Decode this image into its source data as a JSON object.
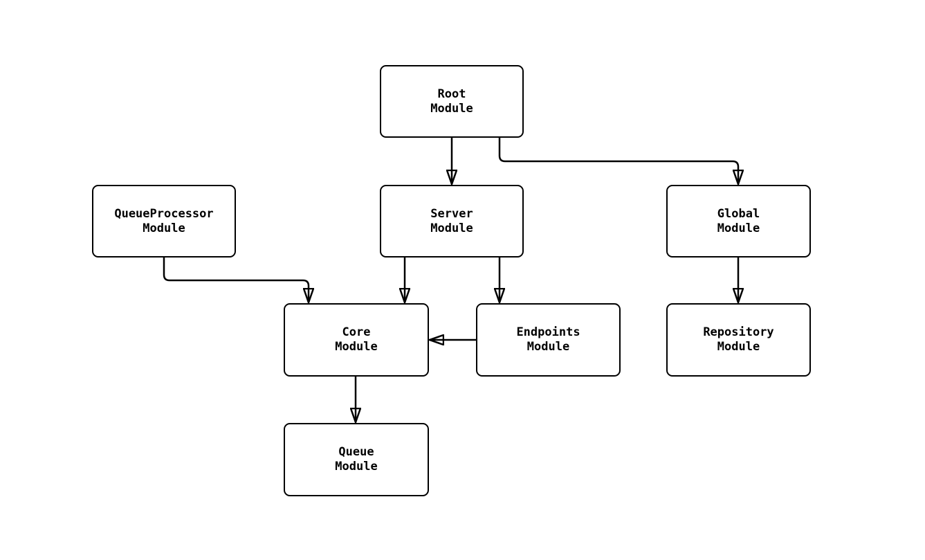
{
  "diagram": {
    "type": "flowchart",
    "nodes": [
      {
        "id": "root",
        "label": "Root\nModule"
      },
      {
        "id": "queueprocessor",
        "label": "QueueProcessor\nModule"
      },
      {
        "id": "server",
        "label": "Server\nModule"
      },
      {
        "id": "global",
        "label": "Global\nModule"
      },
      {
        "id": "core",
        "label": "Core\nModule"
      },
      {
        "id": "endpoints",
        "label": "Endpoints\nModule"
      },
      {
        "id": "repository",
        "label": "Repository\nModule"
      },
      {
        "id": "queue",
        "label": "Queue\nModule"
      }
    ],
    "edges": [
      {
        "from": "root",
        "to": "server"
      },
      {
        "from": "root",
        "to": "global"
      },
      {
        "from": "queueprocessor",
        "to": "core"
      },
      {
        "from": "server",
        "to": "core"
      },
      {
        "from": "server",
        "to": "endpoints"
      },
      {
        "from": "endpoints",
        "to": "core"
      },
      {
        "from": "global",
        "to": "repository"
      },
      {
        "from": "core",
        "to": "queue"
      }
    ],
    "colors": {
      "background": "#ffffff",
      "node_fill": "#ffffff",
      "node_border": "#000000",
      "edge": "#000000",
      "text": "#000000"
    }
  }
}
